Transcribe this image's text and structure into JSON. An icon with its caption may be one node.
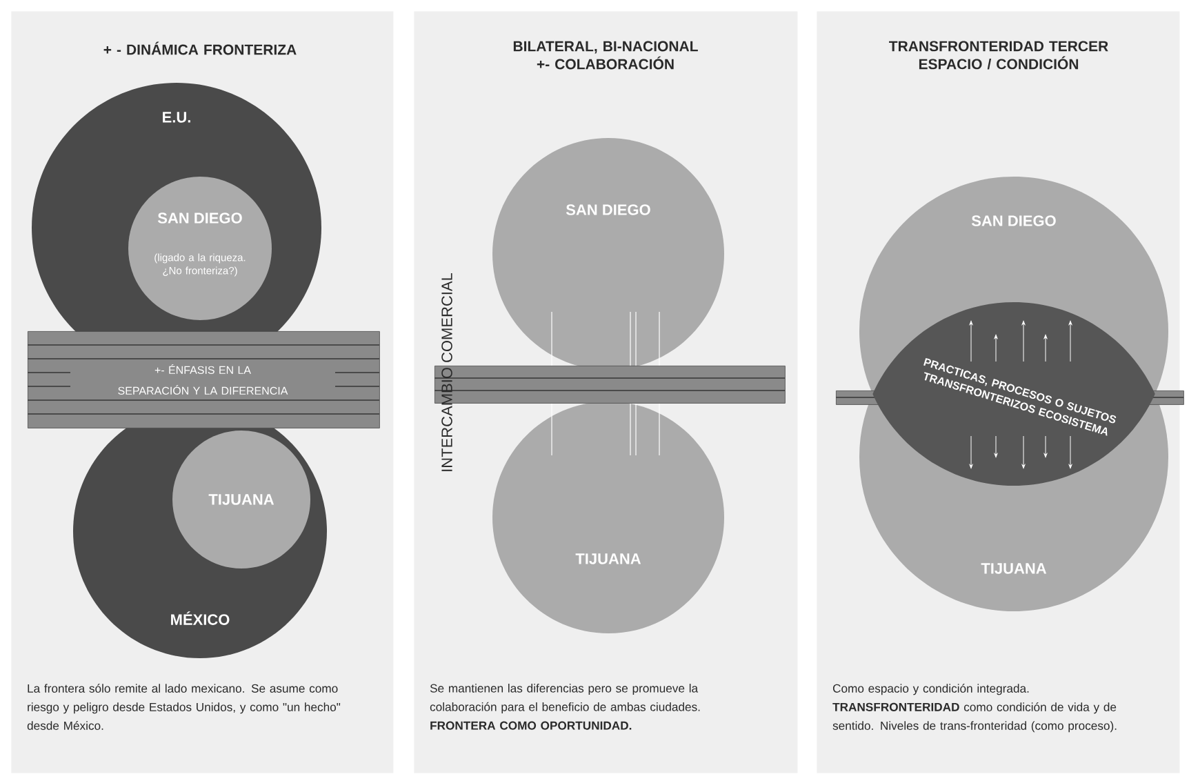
{
  "diagram": {
    "nodes": [
      {
        "text": [
          "+ - DINÁMICA FRONTERIZA",
          "La frontera sólo remite al lado mexicano. Se asume como riesgo y peligro desde Estados Unidos, y como \"un hecho\" desde México."
        ]
      },
      {
        "text": [
          "E.U."
        ],
        "in": 0
      },
      {
        "text": [
          "SAN DIEGO",
          "(ligado a la riqueza. ¿No fronteriza?)"
        ],
        "in": 1
      },
      {
        "text": [
          "+- ÉNFASIS EN LA SEPARACIÓN Y LA DIFERENCIA"
        ],
        "in": 0
      },
      {
        "text": [
          "MÉXICO"
        ],
        "in": 0
      },
      {
        "text": [
          "TIJUANA"
        ],
        "in": 4
      },
      {
        "text": [
          "BILATERAL, BI-NACIONAL +- COLABORACIÓN",
          "Se mantienen las diferencias pero se promueve la colaboración para el beneficio de ambas ciudades. **FRONTERA COMO OPORTUNIDAD.**"
        ]
      },
      {
        "text": [
          "SAN DIEGO"
        ],
        "in": 6
      },
      {
        "text": [
          "TIJUANA"
        ],
        "in": 6
      },
      {
        "text": [
          "TRANSFRONTERIDAD TERCER ESPACIO / CONDICIÓN",
          "Como espacio y condición integrada. **TRANSFRONTERIDAD** como condición de vida y de sentido. Niveles de trans-fronteridad (como proceso)."
        ]
      },
      {
        "text": [
          "SAN DIEGO"
        ],
        "in": 9
      },
      {
        "text": [
          "TIJUANA"
        ],
        "in": 9
      },
      {
        "text": [
          "PRACTICAS, PROCESOS O SUJETOS TRANSFRONTERIZOS ECOSISTEMA"
        ],
        "in": 9
      }
    ],
    "edges": [
      {
        "from": 7,
        "to": 8,
        "arrow": "none"
      },
      {
        "from": 7,
        "to": 8,
        "arrow": "none"
      },
      {
        "from": 7,
        "to": 8,
        "arrow": "none"
      },
      {
        "from": 7,
        "to": 8,
        "arrow": "none"
      }
    ],
    "labels": [
      "INTERCAMBIO COMERCIAL"
    ]
  }
}
